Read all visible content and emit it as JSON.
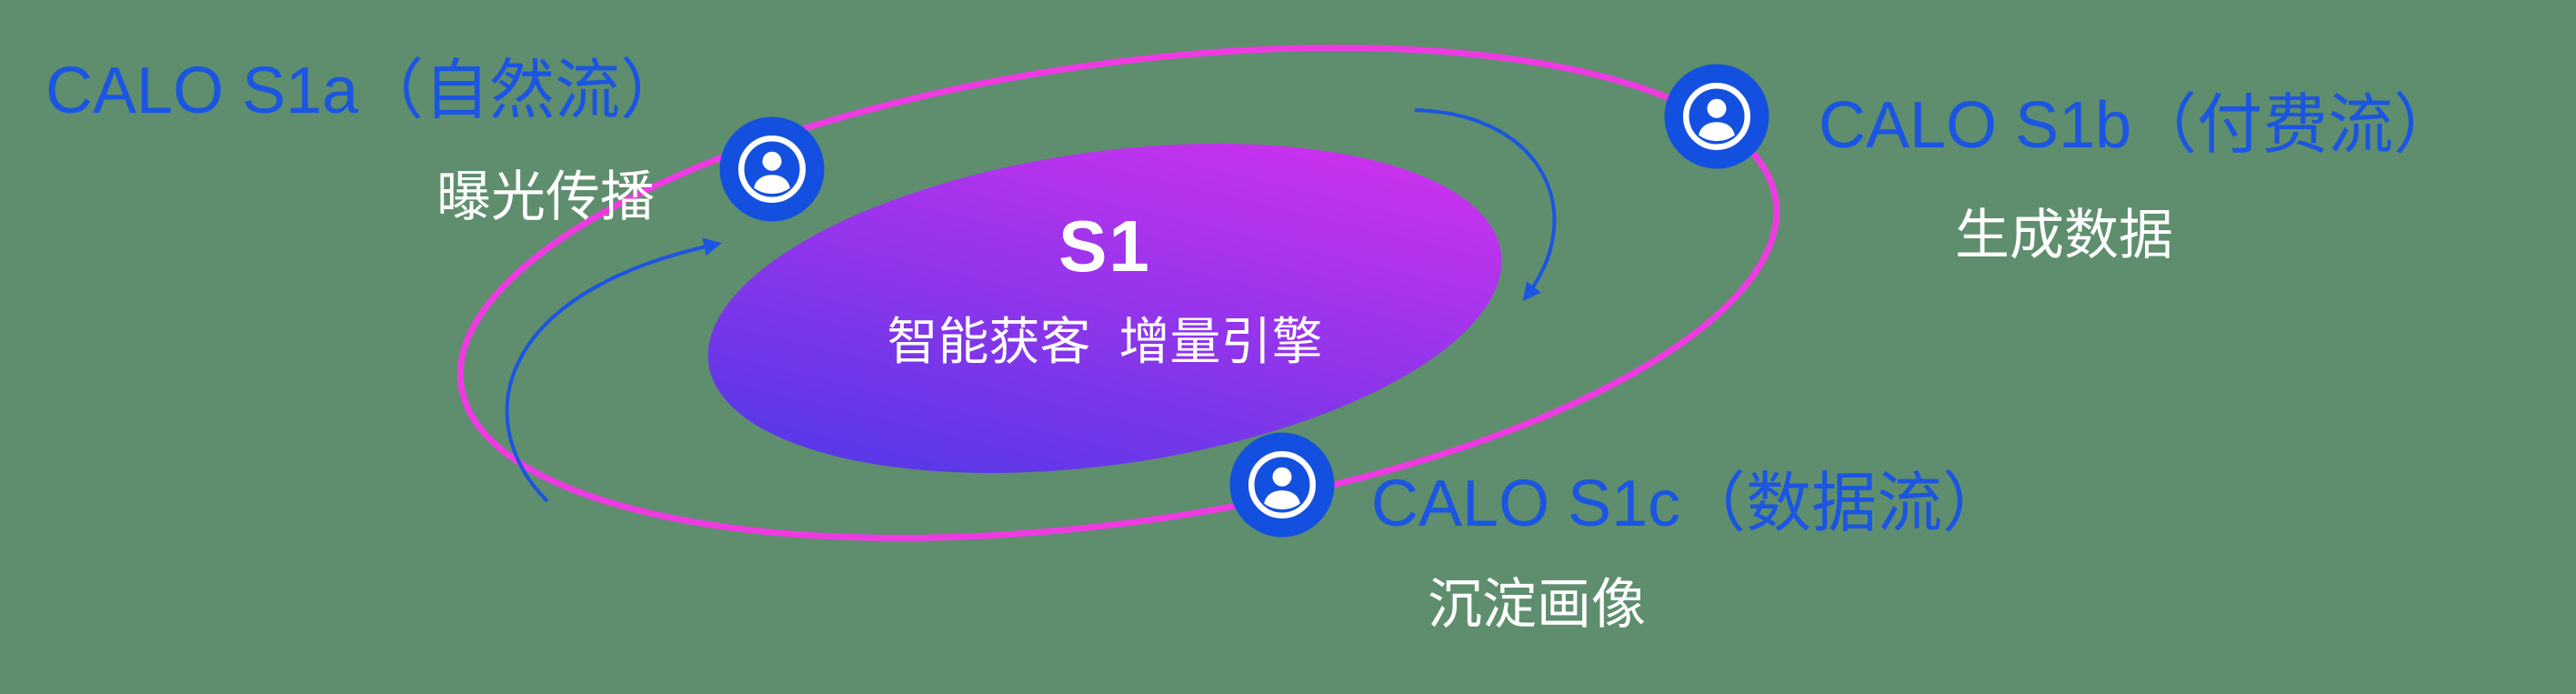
{
  "background_color": "#5e8e6e",
  "colors": {
    "label_blue": "#1b55e2",
    "subtitle_white": "#ffffff",
    "orbit_magenta": "#ee3be1",
    "icon_bg": "#1450df",
    "icon_fg": "#ffffff",
    "arrow_blue": "#1b55e2",
    "gradient_start": "#4339e6",
    "gradient_end": "#e031f0"
  },
  "center": {
    "title": "S1",
    "subtitle": "智能获客  增量引擎"
  },
  "nodes": [
    {
      "id": "s1a",
      "title": "CALO S1a（自然流）",
      "subtitle": "曝光传播"
    },
    {
      "id": "s1b",
      "title": "CALO S1b（付费流）",
      "subtitle": "生成数据"
    },
    {
      "id": "s1c",
      "title": "CALO S1c（数据流）",
      "subtitle": "沉淀画像"
    }
  ]
}
